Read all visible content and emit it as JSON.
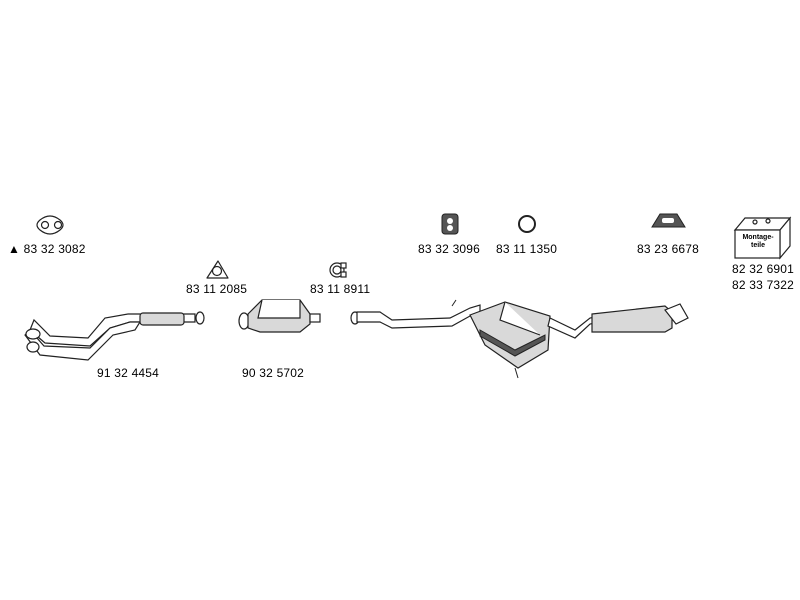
{
  "parts": {
    "gasket_top_left": {
      "number": "83 32 3082",
      "marker": "▲"
    },
    "clamp_triangle": {
      "number": "83 11 2085"
    },
    "clamp_ring": {
      "number": "83 11 8911"
    },
    "front_pipe": {
      "number": "91 32 4454"
    },
    "catalyst": {
      "number": "90 32 5702"
    },
    "rubber_mount": {
      "number": "83 32 3096"
    },
    "o_ring": {
      "number": "83 11 1350"
    },
    "hanger": {
      "number": "83 23 6678"
    },
    "mounting_kit": {
      "numbers": [
        "82 32 6901",
        "82 33 7322"
      ],
      "box_text": [
        "Montage-",
        "teile"
      ]
    }
  }
}
